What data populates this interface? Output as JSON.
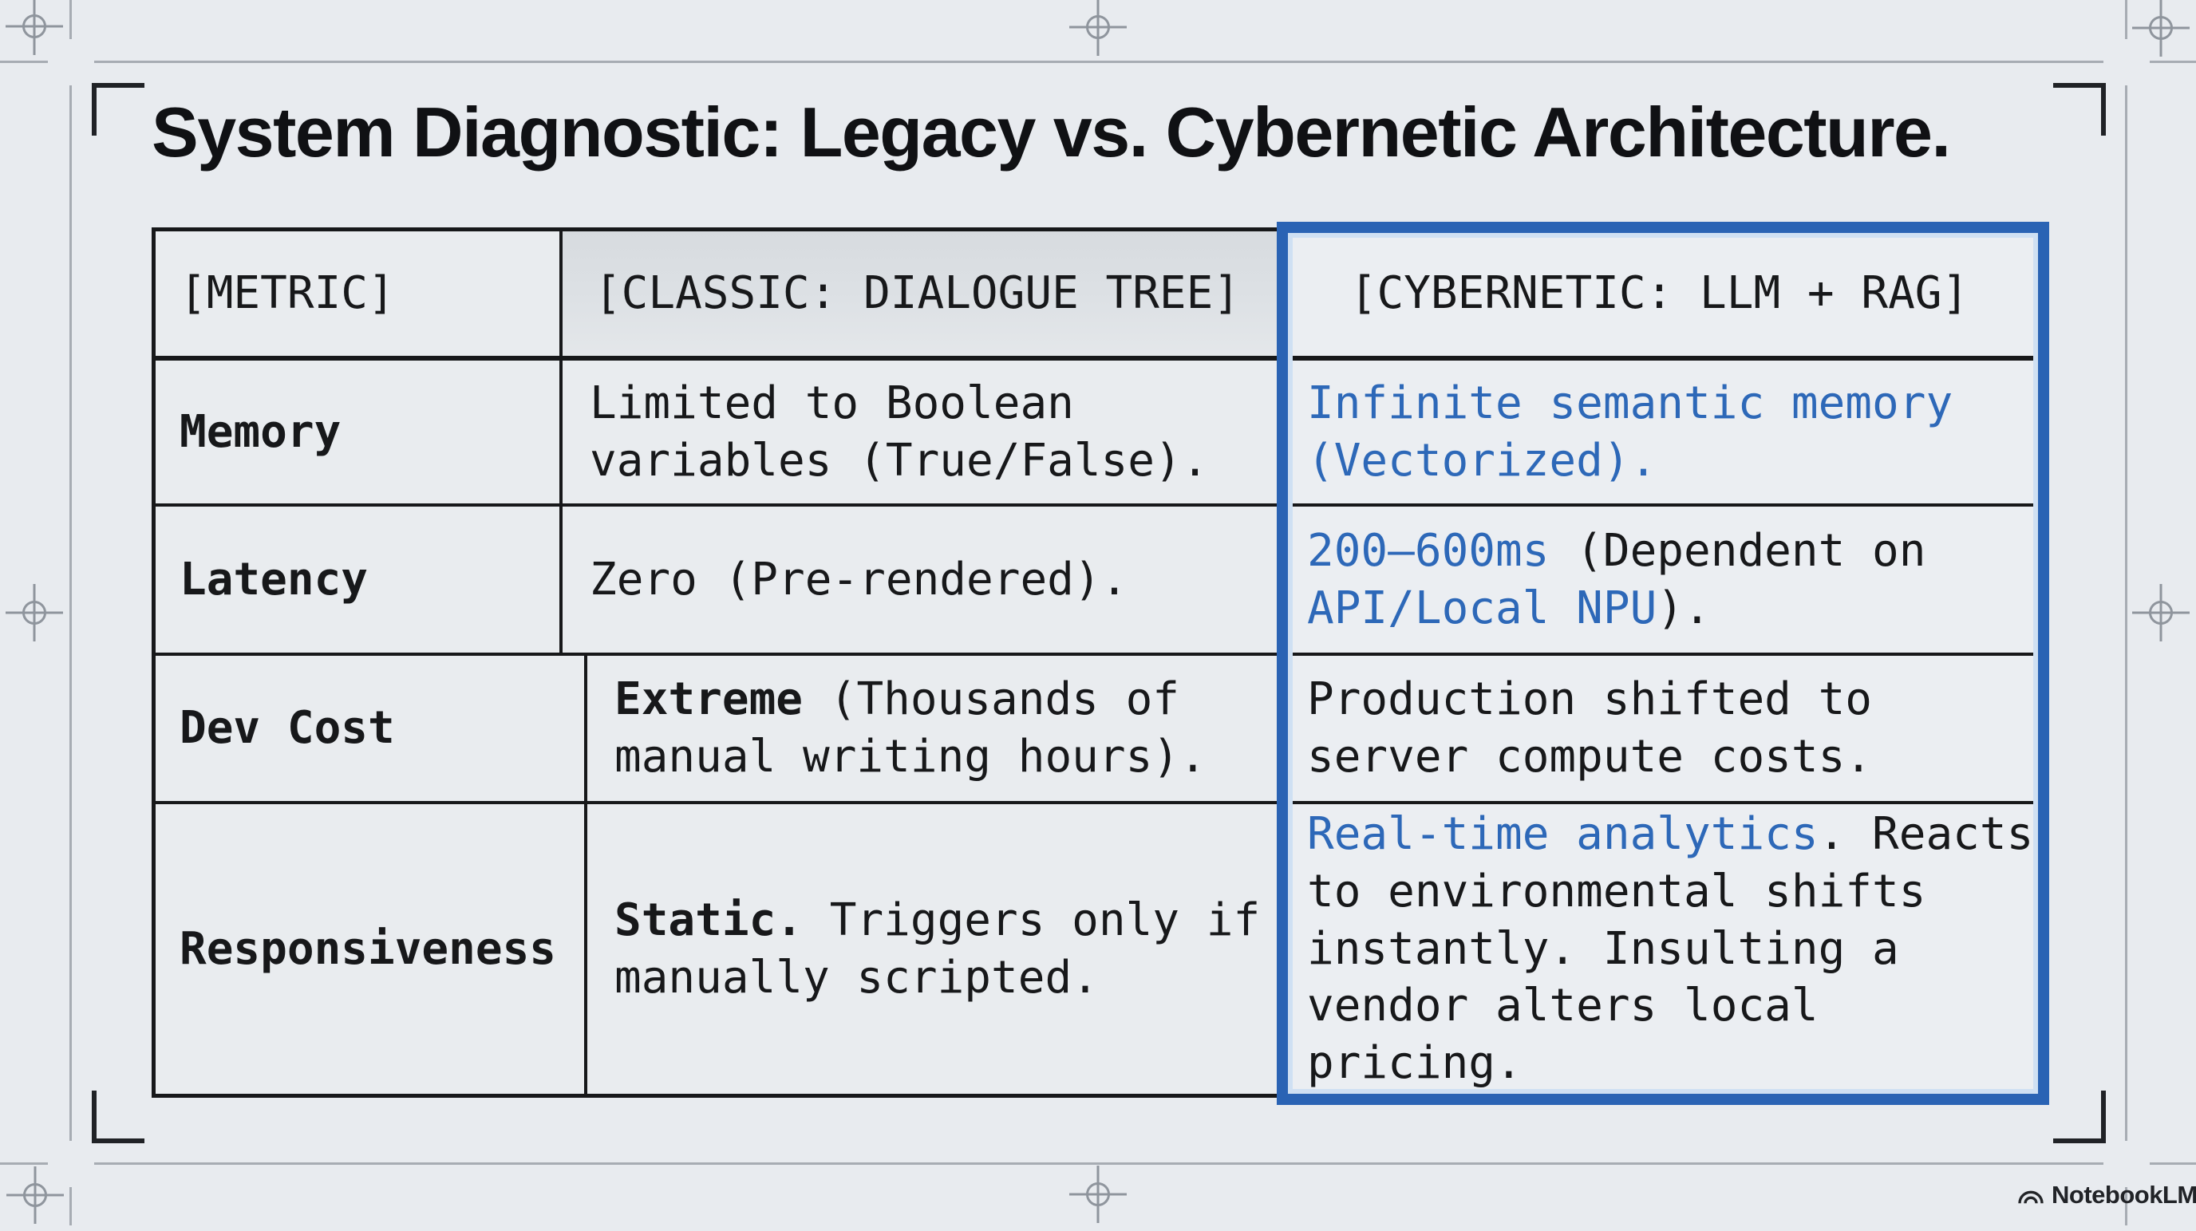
{
  "title": "System Diagnostic: Legacy vs. Cybernetic Architecture.",
  "table": {
    "headers": [
      "[METRIC]",
      "[CLASSIC: DIALOGUE TREE]",
      "[CYBERNETIC: LLM + RAG]"
    ],
    "rows": [
      {
        "metric": "Memory",
        "classic": [
          {
            "t": "Limited to Boolean\nvariables (True/False)."
          }
        ],
        "cybernetic": [
          {
            "t": "Infinite semantic memory\n(Vectorized).",
            "s": "blue"
          }
        ]
      },
      {
        "metric": "Latency",
        "classic": [
          {
            "t": "Zero (Pre-rendered)."
          }
        ],
        "cybernetic": [
          {
            "t": "200–600ms",
            "s": "blue"
          },
          {
            "t": " (Dependent on\n"
          },
          {
            "t": "API/Local NPU",
            "s": "blue"
          },
          {
            "t": ")."
          }
        ]
      },
      {
        "metric": "Dev Cost",
        "classic": [
          {
            "t": "Extreme",
            "s": "bold"
          },
          {
            "t": " (Thousands of\nmanual writing hours)."
          }
        ],
        "cybernetic": [
          {
            "t": "Production shifted to\nserver compute costs."
          }
        ]
      },
      {
        "metric": "Responsiveness",
        "classic": [
          {
            "t": "Static.",
            "s": "bold"
          },
          {
            "t": " Triggers only if\nmanually scripted."
          }
        ],
        "cybernetic": [
          {
            "t": "Real-time analytics",
            "s": "blue"
          },
          {
            "t": ". Reacts\nto environmental shifts\ninstantly. Insulting a\nvendor alters local\npricing."
          }
        ]
      }
    ]
  },
  "watermark": {
    "label": "NotebookLM"
  },
  "colors": {
    "accent_blue": "#2a63b4",
    "blue_text": "#2d68b8",
    "ink": "#17181a",
    "background": "#e8ebef"
  }
}
